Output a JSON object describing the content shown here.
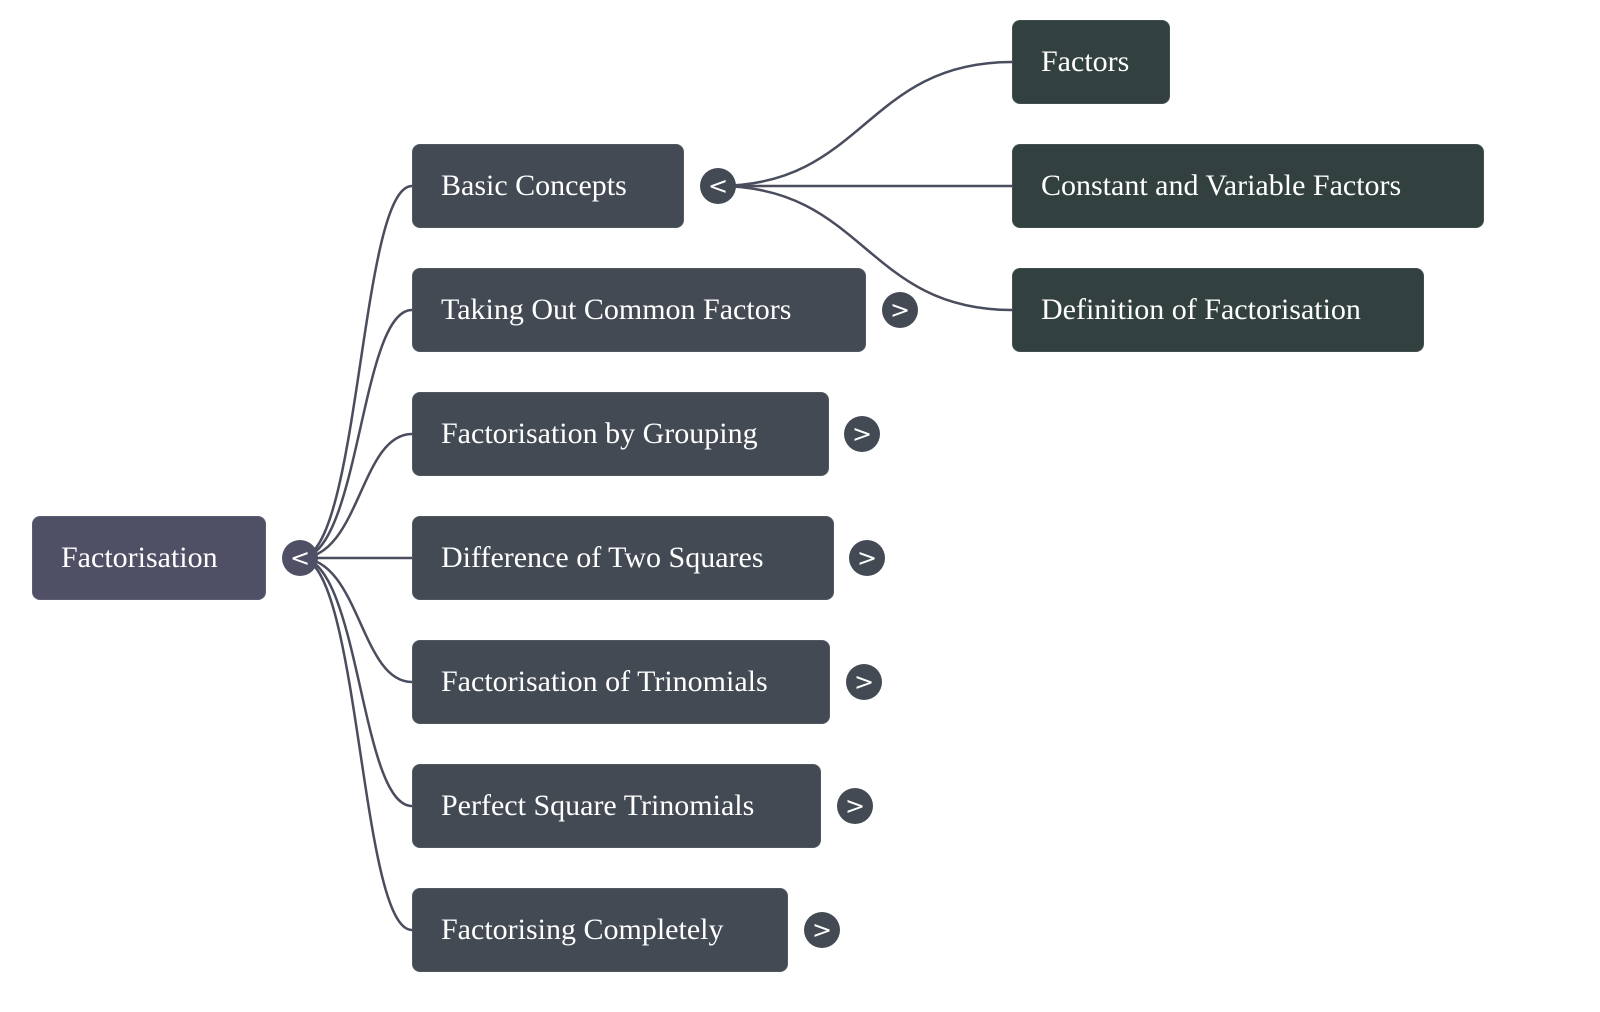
{
  "colors": {
    "root": "#4f5066",
    "level1": "#434a54",
    "level2": "#324140",
    "link": "#4a4d5e"
  },
  "root": {
    "label": "Factorisation",
    "toggle": "<",
    "state": "expanded"
  },
  "children": [
    {
      "label": "Basic Concepts",
      "toggle": "<",
      "state": "expanded",
      "children": [
        {
          "label": "Factors"
        },
        {
          "label": "Constant and Variable Factors"
        },
        {
          "label": "Definition of Factorisation"
        }
      ]
    },
    {
      "label": "Taking Out Common Factors",
      "toggle": ">",
      "state": "collapsed"
    },
    {
      "label": "Factorisation by Grouping",
      "toggle": ">",
      "state": "collapsed"
    },
    {
      "label": "Difference of Two Squares",
      "toggle": ">",
      "state": "collapsed"
    },
    {
      "label": "Factorisation of Trinomials",
      "toggle": ">",
      "state": "collapsed"
    },
    {
      "label": "Perfect Square Trinomials",
      "toggle": ">",
      "state": "collapsed"
    },
    {
      "label": "Factorising Completely",
      "toggle": ">",
      "state": "collapsed"
    }
  ]
}
